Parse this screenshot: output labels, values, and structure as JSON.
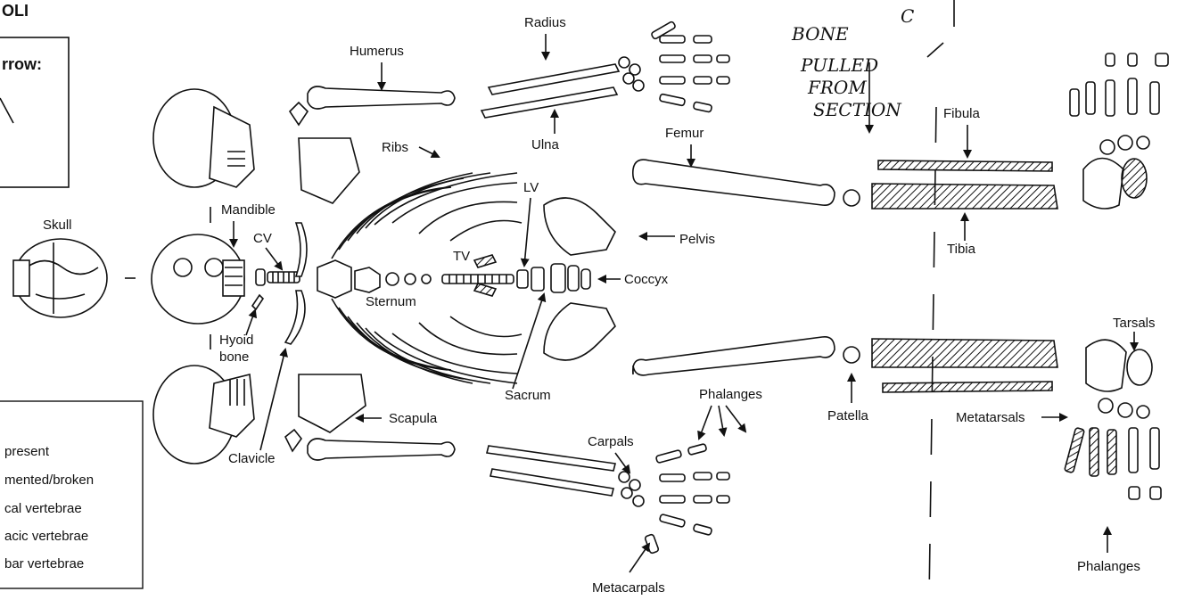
{
  "header": {
    "title_fragment": "OLI",
    "arrow_box_label": "rrow:"
  },
  "handwritten_note": [
    "C",
    "BONE",
    "PULLED",
    "FROM",
    "SECTION"
  ],
  "labels": {
    "skull": "Skull",
    "mandible": "Mandible",
    "cv": "CV",
    "hyoid": "Hyoid",
    "hyoid2": "bone",
    "clavicle": "Clavicle",
    "scapula": "Scapula",
    "humerus": "Humerus",
    "radius": "Radius",
    "ulna": "Ulna",
    "ribs": "Ribs",
    "sternum": "Sternum",
    "tv": "TV",
    "lv": "LV",
    "sacrum": "Sacrum",
    "coccyx": "Coccyx",
    "pelvis": "Pelvis",
    "femur": "Femur",
    "patella": "Patella",
    "fibula": "Fibula",
    "tibia": "Tibia",
    "tarsals": "Tarsals",
    "metatarsals": "Metatarsals",
    "phalanges_foot": "Phalanges",
    "phalanges_hand": "Phalanges",
    "carpals": "Carpals",
    "metacarpals": "Metacarpals"
  },
  "legend": {
    "items": [
      "present",
      "mented/broken",
      "cal vertebrae",
      "acic vertebrae",
      "bar vertebrae"
    ]
  }
}
